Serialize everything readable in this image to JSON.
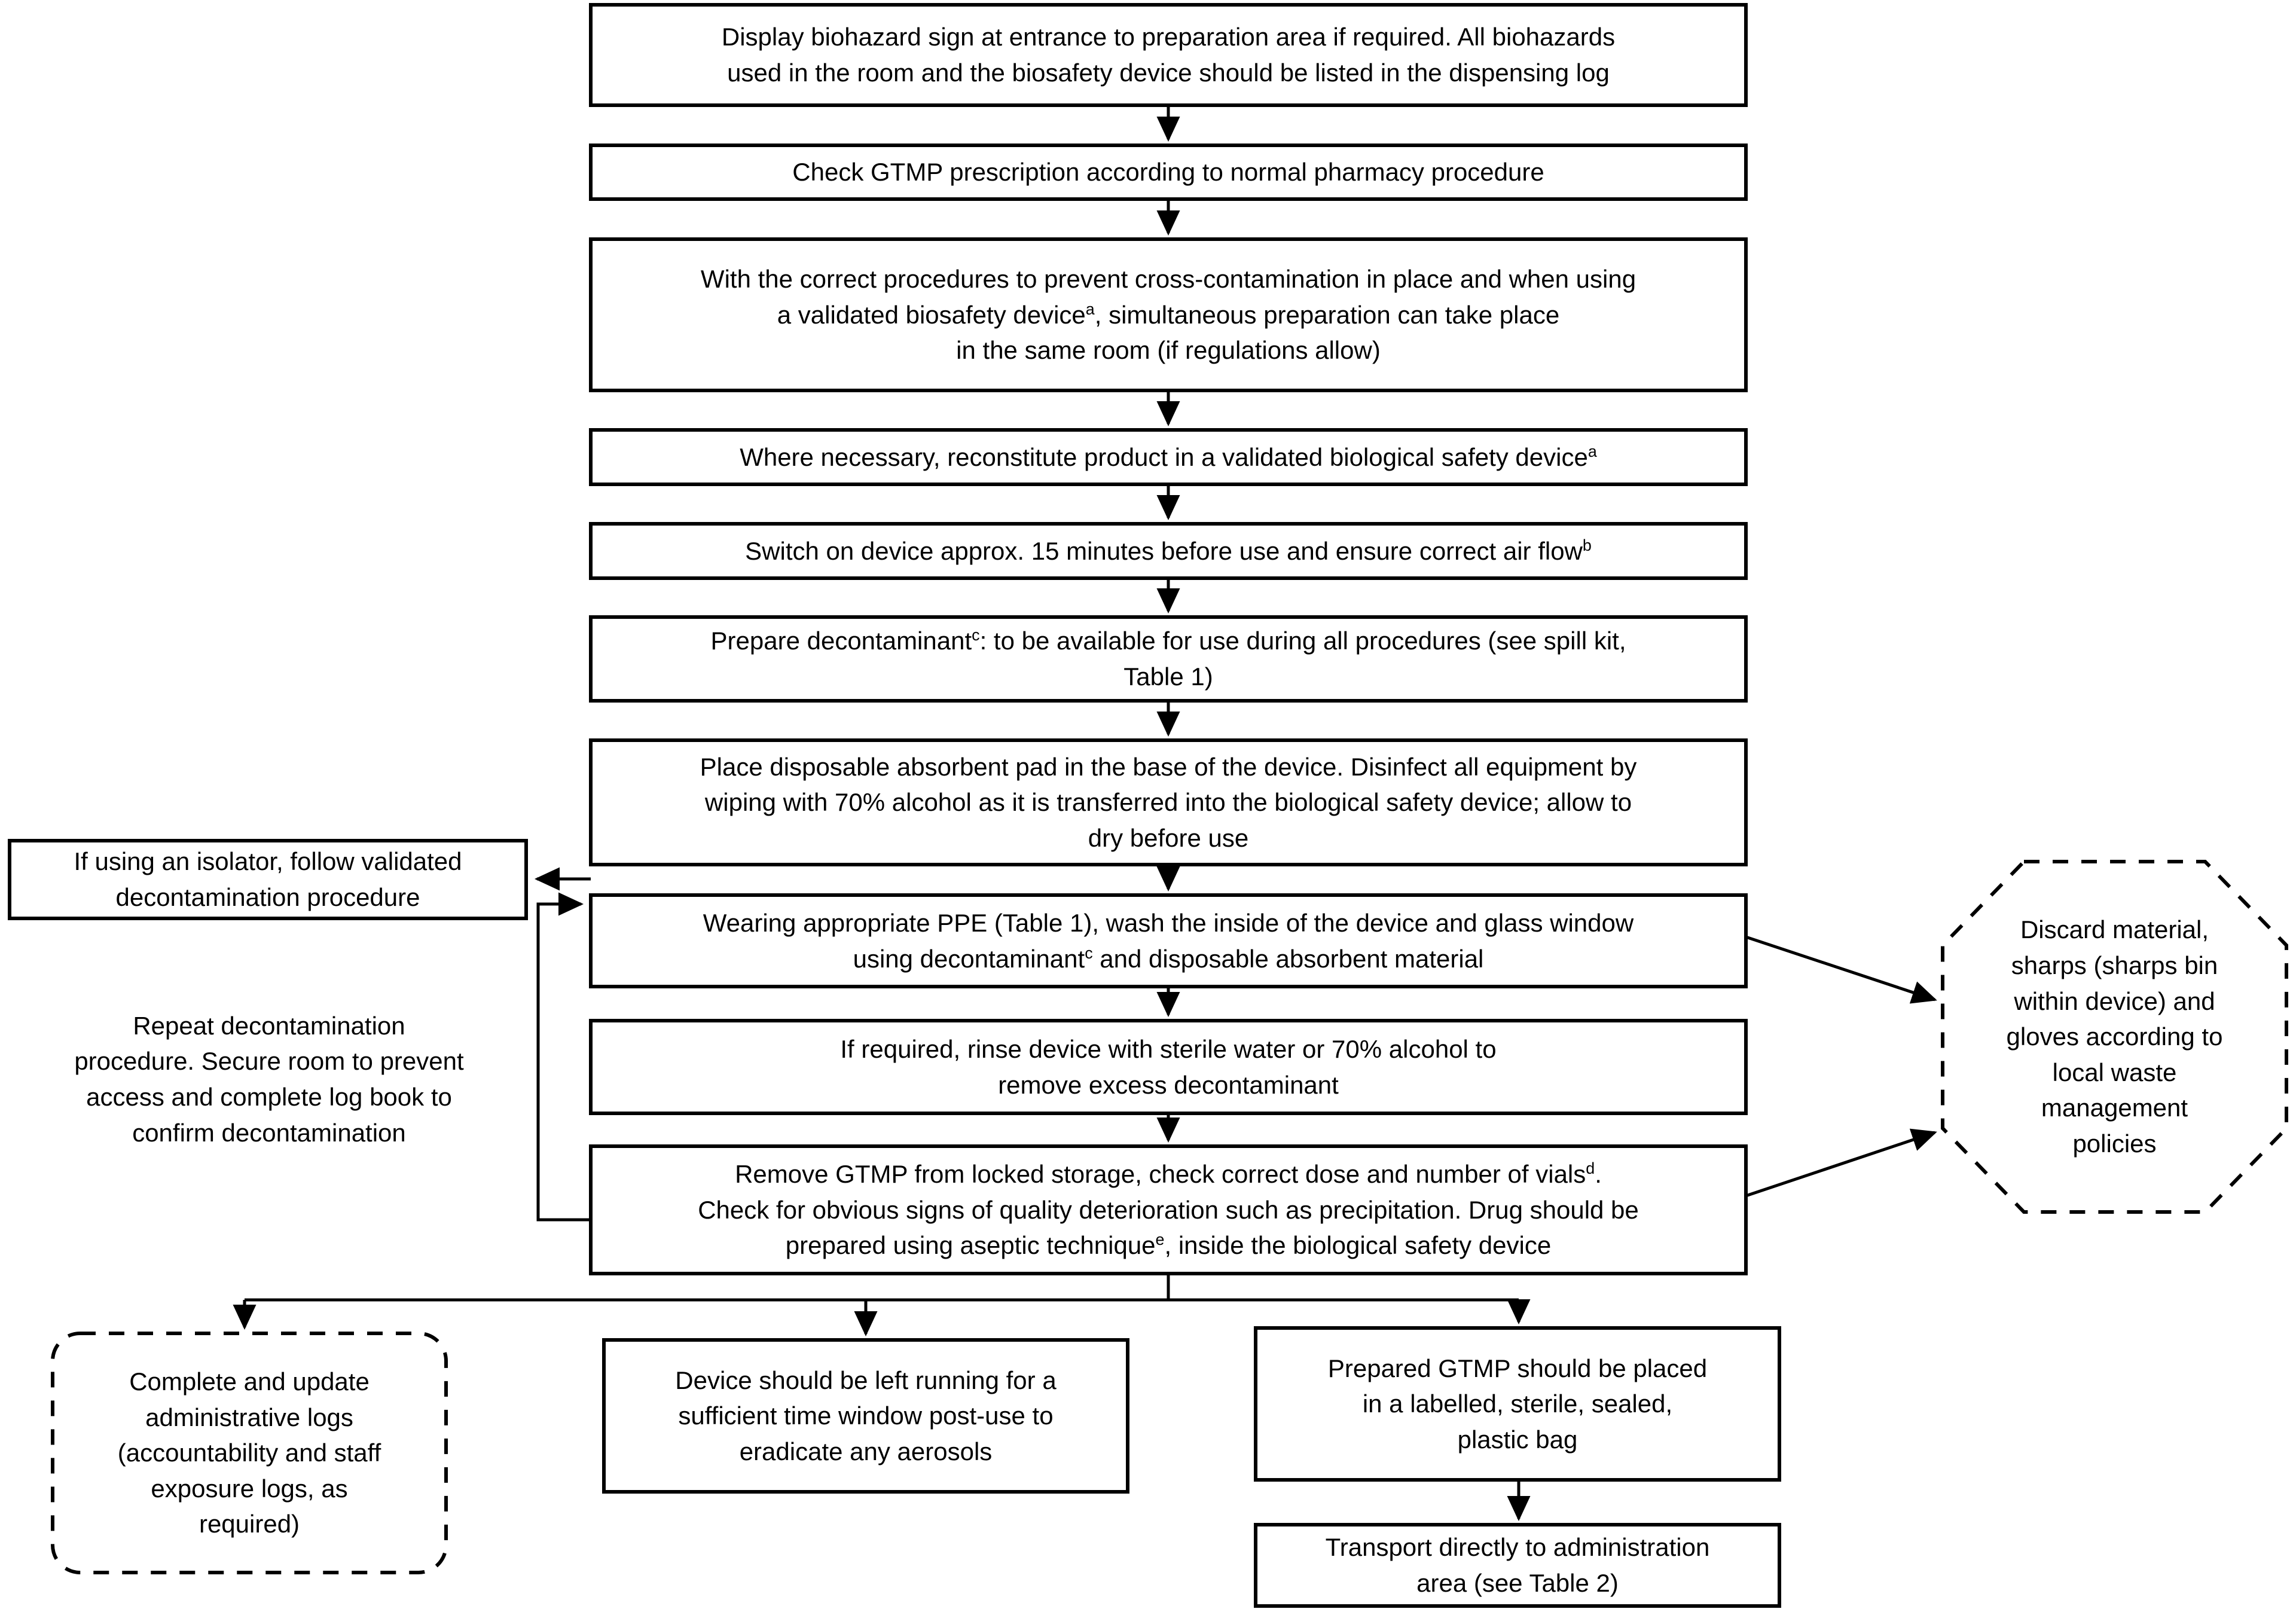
{
  "diagram": {
    "title": "GTMP preparation workflow flowchart",
    "colors": {
      "stroke": "#000000",
      "fill": "#ffffff",
      "text": "#000000"
    }
  },
  "nodes": {
    "biohazard_sign": {
      "shape": "rectangle",
      "lines": [
        "Display biohazard sign at entrance to preparation area if required. All biohazards",
        "used in the room and the biosafety device should be listed in the dispensing log"
      ]
    },
    "check_prescription": {
      "shape": "rectangle",
      "lines": [
        "Check GTMP prescription according to normal pharmacy procedure"
      ]
    },
    "cross_contamination": {
      "shape": "rectangle",
      "lines": [
        "With the correct procedures to prevent cross-contamination in place and when using",
        "a validated biosafety device<sup>a</sup>, simultaneous preparation can take place",
        "in the same room (if regulations allow)"
      ]
    },
    "reconstitute": {
      "shape": "rectangle",
      "lines": [
        "Where necessary, reconstitute product in a validated biological safety device<sup>a</sup>"
      ]
    },
    "switch_on_device": {
      "shape": "rectangle",
      "lines": [
        "Switch on device approx. 15 minutes before use and ensure correct air flow<sup>b</sup>"
      ]
    },
    "prepare_decontaminant": {
      "shape": "rectangle",
      "lines": [
        "Prepare decontaminant<sup>c</sup>: to be available for use during all procedures (see spill kit,",
        "Table 1)"
      ]
    },
    "absorbent_pad": {
      "shape": "rectangle",
      "lines": [
        "Place disposable absorbent pad in the base of the device. Disinfect all equipment by",
        "wiping with 70% alcohol as it is transferred into the biological safety device; allow to",
        "dry before use"
      ]
    },
    "wear_ppe": {
      "shape": "rectangle",
      "lines": [
        "Wearing appropriate PPE (Table 1), wash the inside of the device and glass window",
        "using decontaminant<sup>c</sup> and disposable absorbent material"
      ]
    },
    "rinse_device": {
      "shape": "rectangle",
      "lines": [
        "If required, rinse device with sterile water or 70% alcohol to",
        "remove excess decontaminant"
      ]
    },
    "remove_gtmp": {
      "shape": "rectangle",
      "lines": [
        "Remove GTMP from locked storage, check correct dose and number of vials<sup>d</sup>.",
        "Check for obvious signs of quality deterioration such as precipitation. Drug should be",
        "prepared using aseptic technique<sup>e</sup>, inside the biological safety device"
      ]
    },
    "isolator_note": {
      "shape": "rectangle",
      "lines": [
        "If using an isolator, follow validated",
        "decontamination procedure"
      ]
    },
    "repeat_decontamination": {
      "shape": "plain-text",
      "lines": [
        "Repeat decontamination",
        "procedure. Secure room to prevent",
        "access and complete log book to",
        "confirm decontamination"
      ]
    },
    "discard_material": {
      "shape": "octagon-dashed",
      "lines": [
        "Discard material,",
        "sharps (sharps bin",
        "within device) and",
        "gloves according to",
        "local waste",
        "management",
        "policies"
      ]
    },
    "admin_logs": {
      "shape": "rounded-rect-dashed",
      "lines": [
        "Complete and update",
        "administrative logs",
        "(accountability and staff",
        "exposure logs, as",
        "required)"
      ]
    },
    "device_running": {
      "shape": "rectangle",
      "lines": [
        "Device should be left running for a",
        "sufficient time window post-use to",
        "eradicate any aerosols"
      ]
    },
    "prepared_gtmp_bag": {
      "shape": "rectangle",
      "lines": [
        "Prepared GTMP should be placed",
        "in a labelled, sterile, sealed,",
        "plastic bag"
      ]
    },
    "transport": {
      "shape": "rectangle",
      "lines": [
        "Transport directly to administration",
        "area (see Table 2)"
      ]
    }
  },
  "edges": [
    {
      "from": "biohazard_sign",
      "to": "check_prescription",
      "kind": "arrow-down"
    },
    {
      "from": "check_prescription",
      "to": "cross_contamination",
      "kind": "arrow-down"
    },
    {
      "from": "cross_contamination",
      "to": "reconstitute",
      "kind": "arrow-down"
    },
    {
      "from": "reconstitute",
      "to": "switch_on_device",
      "kind": "arrow-down"
    },
    {
      "from": "switch_on_device",
      "to": "prepare_decontaminant",
      "kind": "arrow-down"
    },
    {
      "from": "prepare_decontaminant",
      "to": "absorbent_pad",
      "kind": "arrow-down"
    },
    {
      "from": "absorbent_pad",
      "to": "wear_ppe",
      "kind": "arrow-down"
    },
    {
      "from": "wear_ppe",
      "to": "isolator_note",
      "kind": "arrow-left"
    },
    {
      "from": "wear_ppe",
      "to": "discard_material",
      "kind": "arrow-diagonal-right"
    },
    {
      "from": "wear_ppe",
      "to": "rinse_device",
      "kind": "arrow-down"
    },
    {
      "from": "rinse_device",
      "to": "remove_gtmp",
      "kind": "arrow-down"
    },
    {
      "from": "remove_gtmp",
      "to": "wear_ppe",
      "kind": "arrow-loop-left"
    },
    {
      "from": "remove_gtmp",
      "to": "discard_material",
      "kind": "arrow-diagonal-right"
    },
    {
      "from": "remove_gtmp",
      "to": "admin_logs",
      "kind": "arrow-branch-down"
    },
    {
      "from": "remove_gtmp",
      "to": "device_running",
      "kind": "arrow-branch-down"
    },
    {
      "from": "remove_gtmp",
      "to": "prepared_gtmp_bag",
      "kind": "arrow-branch-down"
    },
    {
      "from": "prepared_gtmp_bag",
      "to": "transport",
      "kind": "arrow-down"
    }
  ]
}
